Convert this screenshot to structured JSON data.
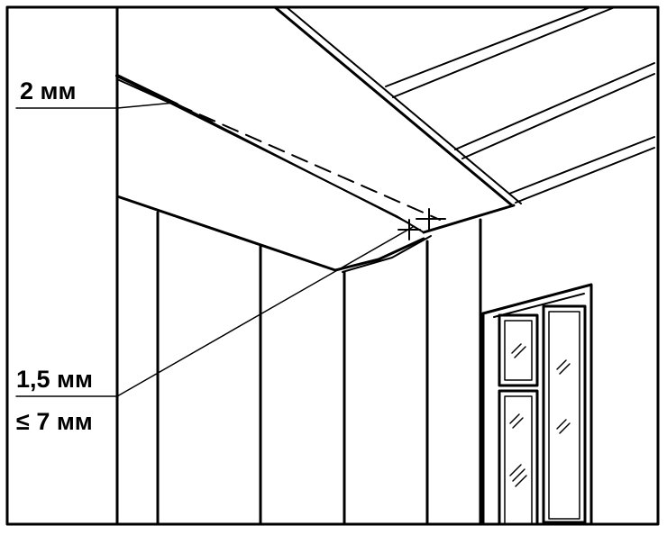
{
  "labels": {
    "joint_gap_top": "2 мм",
    "joint_gap_corner": "1,5 мм",
    "max_gap": "≤ 7 мм"
  },
  "colors": {
    "ink": "#000000",
    "paper": "#ffffff"
  }
}
